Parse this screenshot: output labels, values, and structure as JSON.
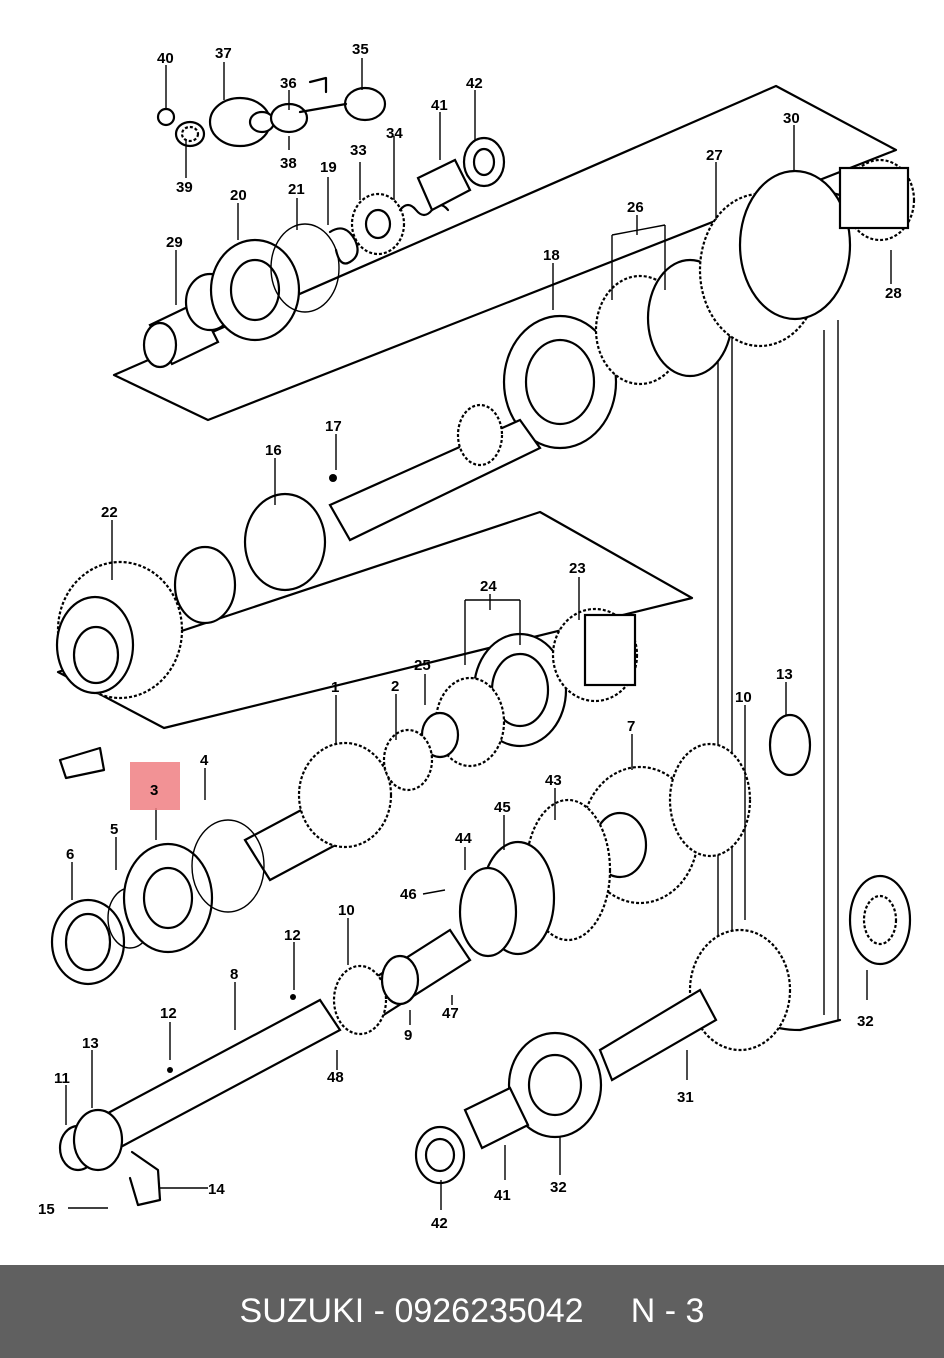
{
  "highlight": {
    "label": "3",
    "color": "#f07f82"
  },
  "callouts": [
    {
      "id": "40",
      "label": "40"
    },
    {
      "id": "37",
      "label": "37"
    },
    {
      "id": "35",
      "label": "35"
    },
    {
      "id": "36a",
      "label": "36"
    },
    {
      "id": "42a",
      "label": "42"
    },
    {
      "id": "41a",
      "label": "41"
    },
    {
      "id": "38",
      "label": "38"
    },
    {
      "id": "34",
      "label": "34"
    },
    {
      "id": "33",
      "label": "33"
    },
    {
      "id": "19",
      "label": "19"
    },
    {
      "id": "21",
      "label": "21"
    },
    {
      "id": "20",
      "label": "20"
    },
    {
      "id": "39",
      "label": "39"
    },
    {
      "id": "29",
      "label": "29"
    },
    {
      "id": "30",
      "label": "30"
    },
    {
      "id": "27",
      "label": "27"
    },
    {
      "id": "26",
      "label": "26"
    },
    {
      "id": "28",
      "label": "28"
    },
    {
      "id": "18",
      "label": "18"
    },
    {
      "id": "17",
      "label": "17"
    },
    {
      "id": "16",
      "label": "16"
    },
    {
      "id": "22",
      "label": "22"
    },
    {
      "id": "24",
      "label": "24"
    },
    {
      "id": "23",
      "label": "23"
    },
    {
      "id": "25",
      "label": "25"
    },
    {
      "id": "2",
      "label": "2"
    },
    {
      "id": "1",
      "label": "1"
    },
    {
      "id": "13a",
      "label": "13"
    },
    {
      "id": "10a",
      "label": "10"
    },
    {
      "id": "7",
      "label": "7"
    },
    {
      "id": "43",
      "label": "43"
    },
    {
      "id": "45",
      "label": "45"
    },
    {
      "id": "44",
      "label": "44"
    },
    {
      "id": "46",
      "label": "46"
    },
    {
      "id": "4",
      "label": "4"
    },
    {
      "id": "5",
      "label": "5"
    },
    {
      "id": "6",
      "label": "6"
    },
    {
      "id": "10b",
      "label": "10"
    },
    {
      "id": "12a",
      "label": "12"
    },
    {
      "id": "8",
      "label": "8"
    },
    {
      "id": "12b",
      "label": "12"
    },
    {
      "id": "9",
      "label": "9"
    },
    {
      "id": "47",
      "label": "47"
    },
    {
      "id": "48",
      "label": "48"
    },
    {
      "id": "13b",
      "label": "13"
    },
    {
      "id": "11",
      "label": "11"
    },
    {
      "id": "14",
      "label": "14"
    },
    {
      "id": "15",
      "label": "15"
    },
    {
      "id": "31",
      "label": "31"
    },
    {
      "id": "32a",
      "label": "32"
    },
    {
      "id": "32b",
      "label": "32"
    },
    {
      "id": "41b",
      "label": "41"
    },
    {
      "id": "42b",
      "label": "42"
    }
  ],
  "footer": {
    "text": "SUZUKI - 0926235042     N - 3"
  }
}
